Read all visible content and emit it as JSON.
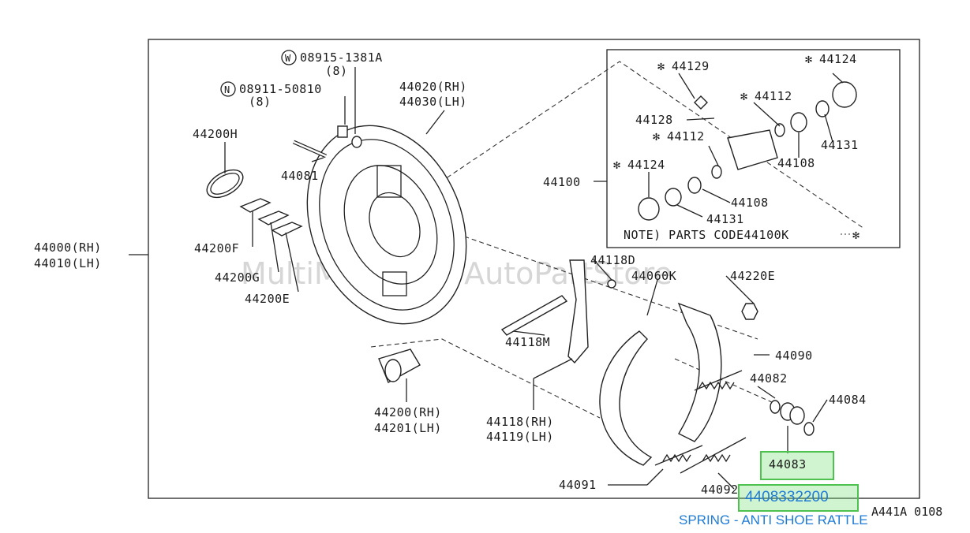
{
  "diagram": {
    "watermark": "MultiMerchant AutoPartStore",
    "reference_code": "A441A 0108",
    "labels": {
      "w_bolt": "08915-1381A",
      "w_bolt_qty": "(8)",
      "n_nut": "08911-50810",
      "n_nut_qty": "(8)",
      "backplate_rh": "44020(RH)",
      "backplate_lh": "44030(LH)",
      "p44200h": "44200H",
      "p44081": "44081",
      "p44200f": "44200F",
      "p44200g": "44200G",
      "p44200e": "44200E",
      "assy_rh": "44000(RH)",
      "assy_lh": "44010(LH)",
      "cyl_44129": "44129",
      "cyl_44124a": "44124",
      "cyl_44112a": "44112",
      "cyl_44128": "44128",
      "cyl_44112b": "44112",
      "cyl_44131a": "44131",
      "cyl_44108a": "44108",
      "cyl_44100": "44100",
      "cyl_44124b": "44124",
      "cyl_44108b": "44108",
      "cyl_44131b": "44131",
      "note": "NOTE) PARTS CODE44100K",
      "p44118d": "44118D",
      "p44060k": "44060K",
      "p44220e": "44220E",
      "p44118m": "44118M",
      "p44090": "44090",
      "p44082": "44082",
      "p44084": "44084",
      "lever_rh": "44118(RH)",
      "lever_lh": "44119(LH)",
      "adj_rh": "44200(RH)",
      "adj_lh": "44201(LH)",
      "p44091": "44091",
      "p44092": "44092",
      "p44083": "44083"
    },
    "highlight": {
      "part_number": "4408332200",
      "description": "SPRING - ANTI SHOE RATTLE"
    },
    "accent_colors": {
      "highlight_border": "#4ec24e",
      "highlight_fill": "#a6e6a6",
      "link_text": "#1e7bd6"
    }
  }
}
